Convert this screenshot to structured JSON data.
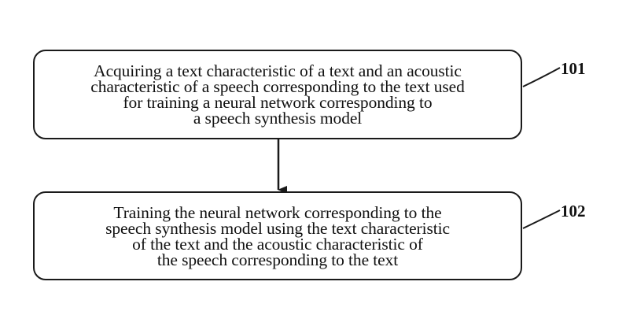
{
  "steps": [
    {
      "ref": "101",
      "text": "Acquiring a text characteristic of a text and an acoustic\ncharacteristic of a speech corresponding to the text used\nfor training a neural network corresponding to\na speech synthesis model"
    },
    {
      "ref": "102",
      "text": "Training the neural network corresponding to the\nspeech synthesis model using the text characteristic\nof the text and the acoustic characteristic of\nthe speech corresponding to the text"
    }
  ],
  "colors": {
    "line": "#1a1a1a",
    "background": "#ffffff"
  }
}
